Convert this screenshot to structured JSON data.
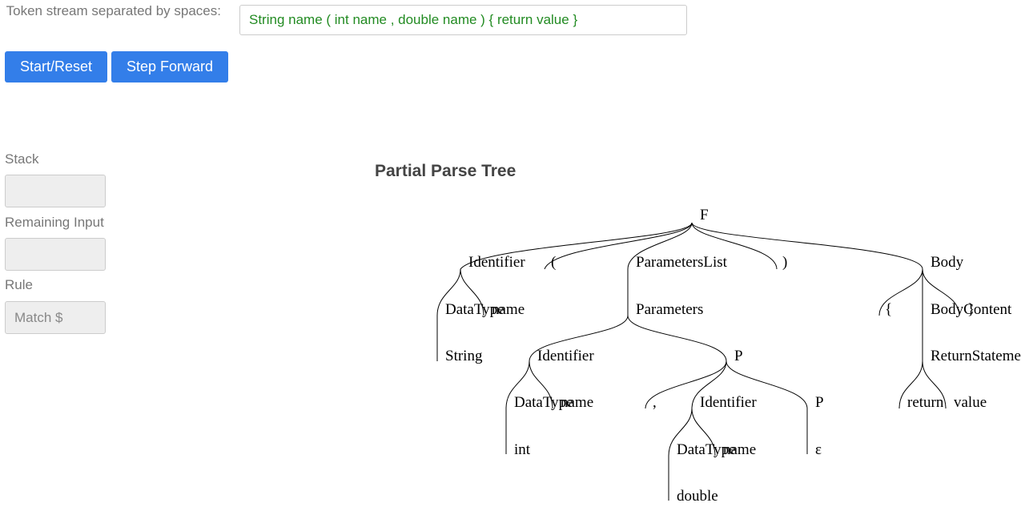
{
  "form": {
    "token_label": "Token stream separated by spaces:",
    "token_value": "String name ( int name , double name ) { return value }",
    "start_button": "Start/Reset",
    "step_button": "Step Forward"
  },
  "panel": {
    "stack_label": "Stack",
    "stack_value": "",
    "remaining_label": "Remaining Input",
    "remaining_value": "",
    "rule_label": "Rule",
    "rule_value": "Match $"
  },
  "tree": {
    "title": "Partial Parse Tree",
    "nodes": [
      "F",
      "Identifier",
      "(",
      "ParametersList",
      ")",
      "Body",
      "DataType",
      "name",
      "String",
      "Parameters",
      "Identifier",
      "P",
      "DataType",
      "name",
      "int",
      ",",
      "Identifier",
      "P",
      "DataType",
      "name",
      "double",
      "ε",
      "{",
      "BodyContent",
      "}",
      "ReturnStatement",
      "return",
      "value"
    ]
  },
  "colors": {
    "button_bg": "#337ee9",
    "input_text": "#228b22"
  }
}
